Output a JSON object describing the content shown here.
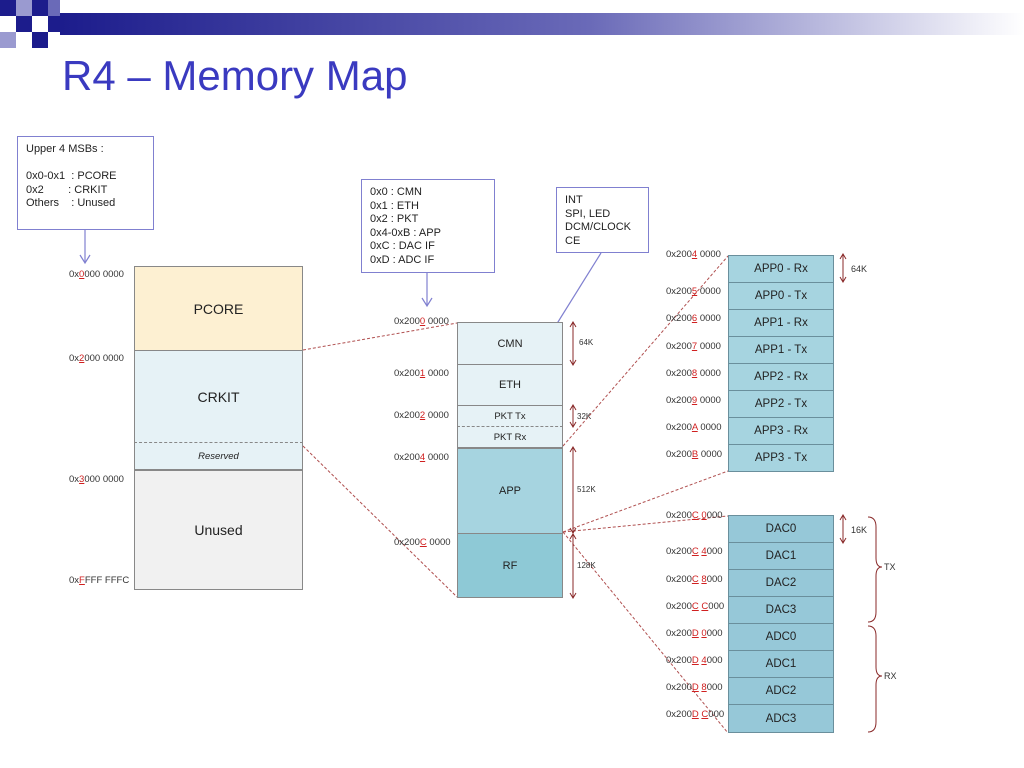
{
  "title": "R4 – Memory Map",
  "notes": {
    "msbs": "Upper 4 MSBs :\n\n0x0-0x1  : PCORE\n0x2        : CRKIT\nOthers    : Unused",
    "blocks": "0x0 : CMN\n0x1 : ETH\n0x2 : PKT\n0x4-0xB : APP\n0xC : DAC IF\n0xD : ADC IF",
    "cmn": "INT\nSPI, LED\nDCM/CLOCK\nCE"
  },
  "left_map": {
    "blocks": [
      "PCORE",
      "CRKIT",
      "Reserved",
      "Unused"
    ],
    "addresses": [
      {
        "pre": "0x",
        "hl": "0",
        "post": "000 0000"
      },
      {
        "pre": "0x",
        "hl": "2",
        "post": "000 0000"
      },
      {
        "pre": "0x",
        "hl": "3",
        "post": "000 0000"
      },
      {
        "pre": "0x",
        "hl": "F",
        "post": "FFF FFFC"
      }
    ]
  },
  "mid_map": {
    "blocks": [
      "CMN",
      "ETH",
      "PKT Tx",
      "PKT Rx",
      "APP",
      "RF"
    ],
    "addresses": [
      {
        "pre": "0x200",
        "hl": "0",
        "post": " 0000"
      },
      {
        "pre": "0x200",
        "hl": "1",
        "post": " 0000"
      },
      {
        "pre": "0x200",
        "hl": "2",
        "post": " 0000"
      },
      {
        "pre": "0x200",
        "hl": "4",
        "post": " 0000"
      },
      {
        "pre": "0x200",
        "hl": "C",
        "post": " 0000"
      }
    ],
    "sizes": [
      "64K",
      "32K",
      "512K",
      "128K"
    ]
  },
  "app_map": {
    "blocks": [
      "APP0 - Rx",
      "APP0 - Tx",
      "APP1 - Rx",
      "APP1 - Tx",
      "APP2 - Rx",
      "APP2 - Tx",
      "APP3 - Rx",
      "APP3 - Tx"
    ],
    "addresses": [
      {
        "pre": "0x200",
        "hl": "4",
        "post": " 0000"
      },
      {
        "pre": "0x200",
        "hl": "5",
        "post": " 0000"
      },
      {
        "pre": "0x200",
        "hl": "6",
        "post": " 0000"
      },
      {
        "pre": "0x200",
        "hl": "7",
        "post": " 0000"
      },
      {
        "pre": "0x200",
        "hl": "8",
        "post": " 0000"
      },
      {
        "pre": "0x200",
        "hl": "9",
        "post": " 0000"
      },
      {
        "pre": "0x200",
        "hl": "A",
        "post": " 0000"
      },
      {
        "pre": "0x200",
        "hl": "B",
        "post": " 0000"
      }
    ],
    "size": "64K"
  },
  "if_map": {
    "blocks": [
      "DAC0",
      "DAC1",
      "DAC2",
      "DAC3",
      "ADC0",
      "ADC1",
      "ADC2",
      "ADC3"
    ],
    "addresses": [
      {
        "pre": "0x200",
        "hl": "C",
        "post": " ",
        "hl2": "0",
        "post2": "000"
      },
      {
        "pre": "0x200",
        "hl": "C",
        "post": " ",
        "hl2": "4",
        "post2": "000"
      },
      {
        "pre": "0x200",
        "hl": "C",
        "post": " ",
        "hl2": "8",
        "post2": "000"
      },
      {
        "pre": "0x200",
        "hl": "C",
        "post": " ",
        "hl2": "C",
        "post2": "000"
      },
      {
        "pre": "0x200",
        "hl": "D",
        "post": " ",
        "hl2": "0",
        "post2": "000"
      },
      {
        "pre": "0x200",
        "hl": "D",
        "post": " ",
        "hl2": "4",
        "post2": "000"
      },
      {
        "pre": "0x200",
        "hl": "D",
        "post": " ",
        "hl2": "8",
        "post2": "000"
      },
      {
        "pre": "0x200",
        "hl": "D",
        "post": " ",
        "hl2": "C",
        "post2": "000"
      }
    ],
    "size": "16K",
    "tx": "TX",
    "rx": "RX"
  },
  "colors": {
    "title": "#3a3ac0",
    "pcore": "#fdf0d2",
    "crkit": "#e6f2f6",
    "unused": "#f1f1f1",
    "mid_light": "#e6f2f6",
    "app": "#a6d4e0",
    "rf": "#8ec9d6",
    "highlight": "#d02020"
  }
}
